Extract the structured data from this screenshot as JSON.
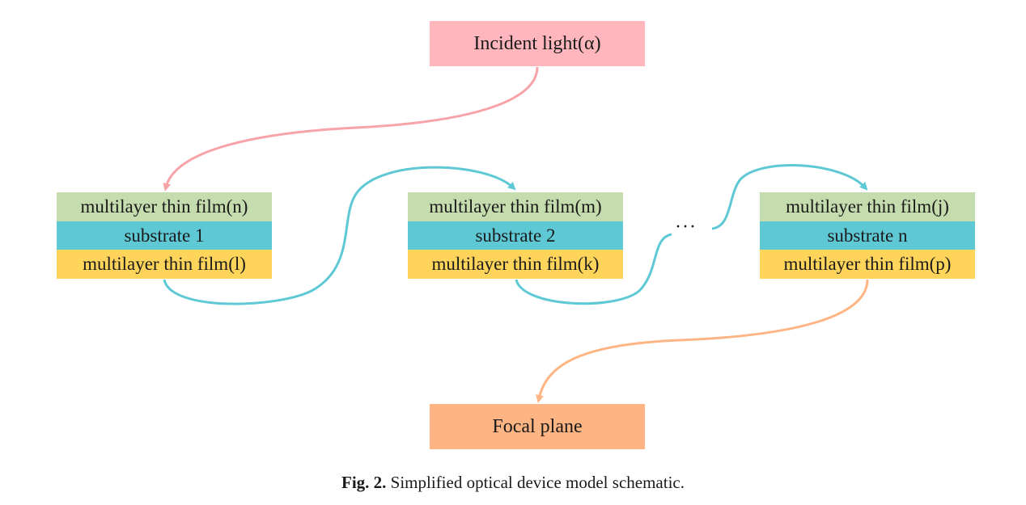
{
  "diagram": {
    "source_node": {
      "label": "Incident light(α)",
      "color": "#ffb6bc"
    },
    "target_node": {
      "label": "Focal plane",
      "color": "#ffb583"
    },
    "layer_colors": {
      "top_film": "#c5dcae",
      "substrate": "#5ec9d4",
      "bottom_film": "#ffd45a"
    },
    "stacks": [
      {
        "top_film": "multilayer thin film(n)",
        "substrate": "substrate 1",
        "bottom_film": "multilayer thin film(l)"
      },
      {
        "top_film": "multilayer thin film(m)",
        "substrate": "substrate 2",
        "bottom_film": "multilayer thin film(k)"
      },
      {
        "top_film": "multilayer thin film(j)",
        "substrate": "substrate n",
        "bottom_film": "multilayer thin film(p)"
      }
    ],
    "ellipsis": "···",
    "connector_colors": {
      "incident": "#f7a3a8",
      "between_stacks": "#5ec9d4",
      "to_focal": "#ffb583"
    },
    "edges": [
      {
        "from": "Incident light(α)",
        "to": "stack 1"
      },
      {
        "from": "stack 1",
        "to": "stack 2"
      },
      {
        "from": "stack 2",
        "to": "···"
      },
      {
        "from": "···",
        "to": "stack n"
      },
      {
        "from": "stack n",
        "to": "Focal plane"
      }
    ]
  },
  "caption": {
    "label": "Fig. 2.",
    "text": "Simplified optical device model schematic."
  }
}
